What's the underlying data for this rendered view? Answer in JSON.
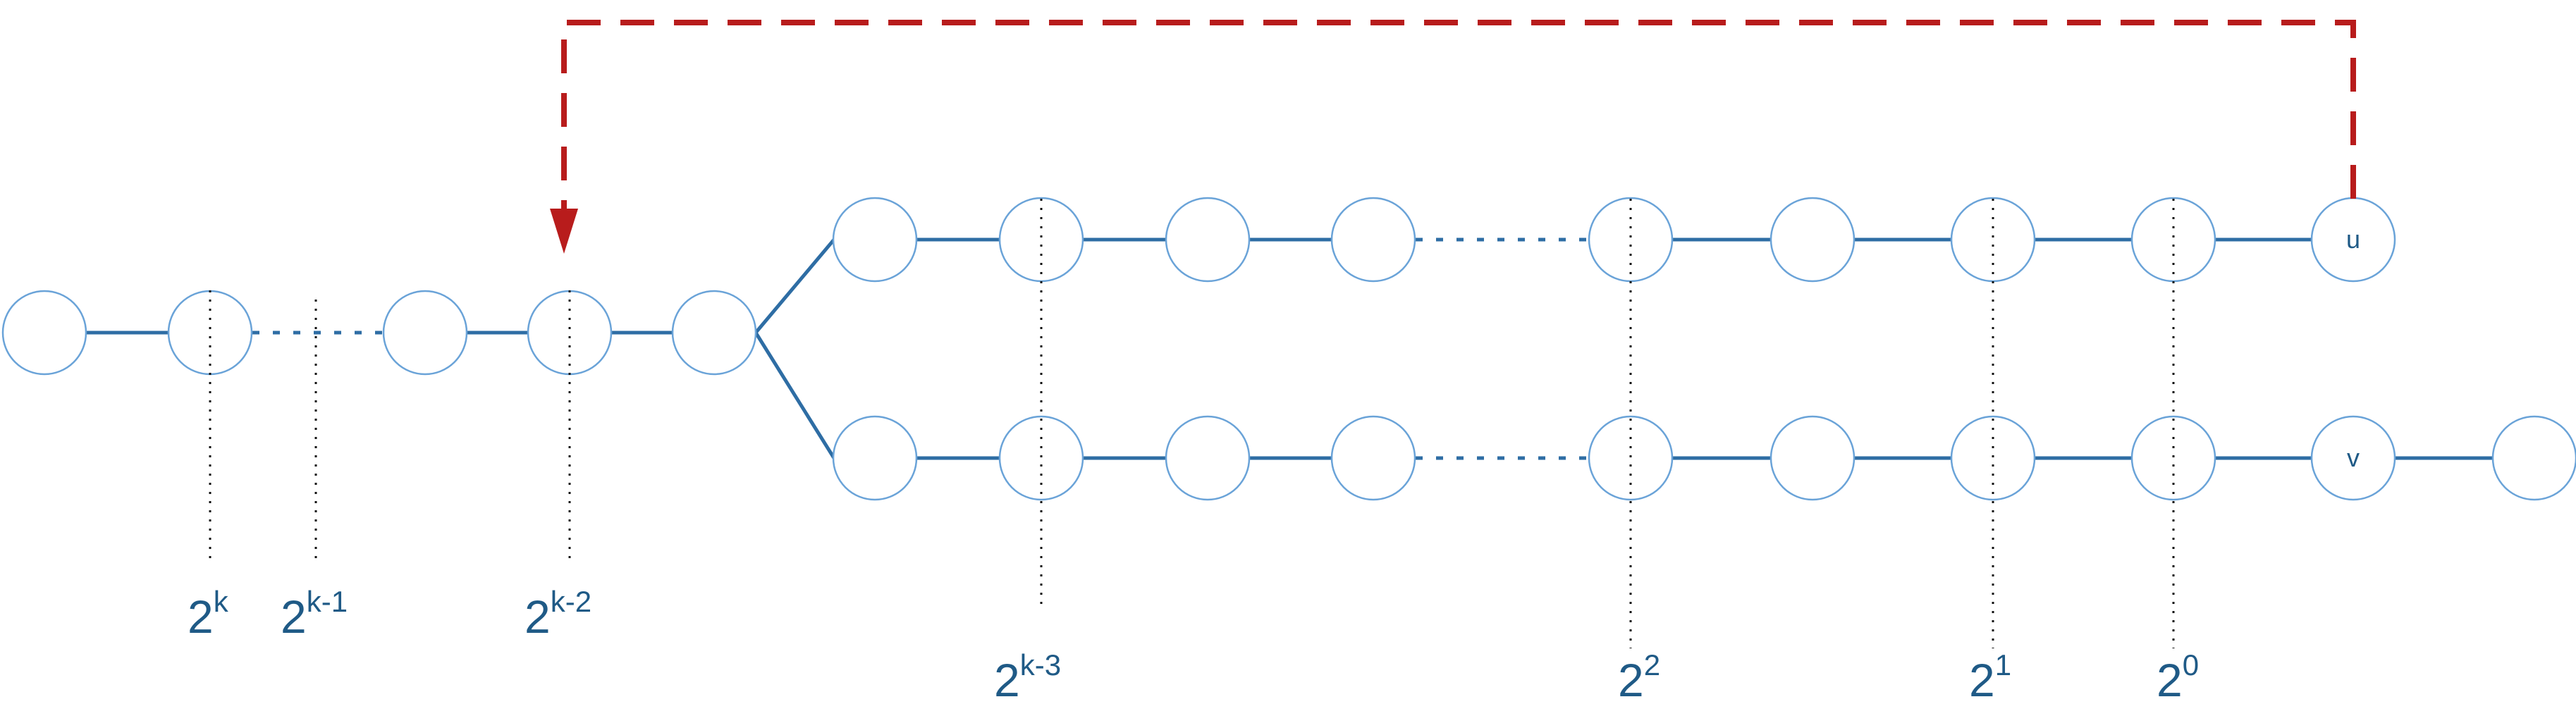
{
  "colors": {
    "edge": "#2e6da4",
    "node_stroke": "#6aa3d8",
    "label": "#1f5a86",
    "arrow": "#b81c1c",
    "guide": "#111111"
  },
  "node_labels": {
    "u": "u",
    "v": "v"
  },
  "powers": {
    "k": {
      "base": "2",
      "exp": "k"
    },
    "k1": {
      "base": "2",
      "exp": "k-1"
    },
    "k2": {
      "base": "2",
      "exp": "k-2"
    },
    "k3": {
      "base": "2",
      "exp": "k-3"
    },
    "p2": {
      "base": "2",
      "exp": "2"
    },
    "p1": {
      "base": "2",
      "exp": "1"
    },
    "p0": {
      "base": "2",
      "exp": "0"
    }
  }
}
